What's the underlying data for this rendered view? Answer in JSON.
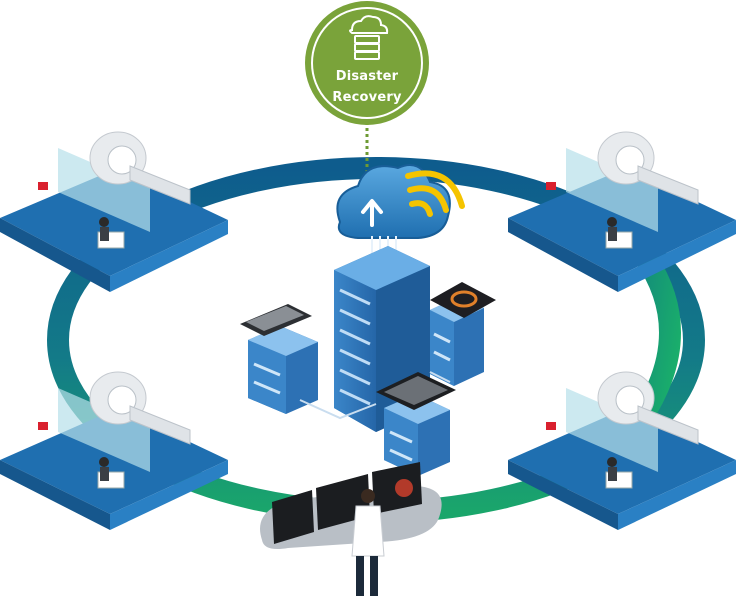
{
  "disaster_recovery": {
    "line1": "Disaster",
    "line2": "Recovery",
    "server-icon": "server-stack-icon",
    "color": "#7aa33a"
  },
  "ring": {
    "color_top": "#0f5f8f",
    "color_bottom": "#1ba36b"
  },
  "rooms": [
    {
      "id": "room-top-left"
    },
    {
      "id": "room-top-right"
    },
    {
      "id": "room-bottom-left"
    },
    {
      "id": "room-bottom-right"
    }
  ],
  "colors": {
    "floor_blue": "#1f6fb0",
    "server_blue": "#2f74b8",
    "wifi_yellow": "#f5c400",
    "cloud_blue": "#2c7fc2"
  }
}
